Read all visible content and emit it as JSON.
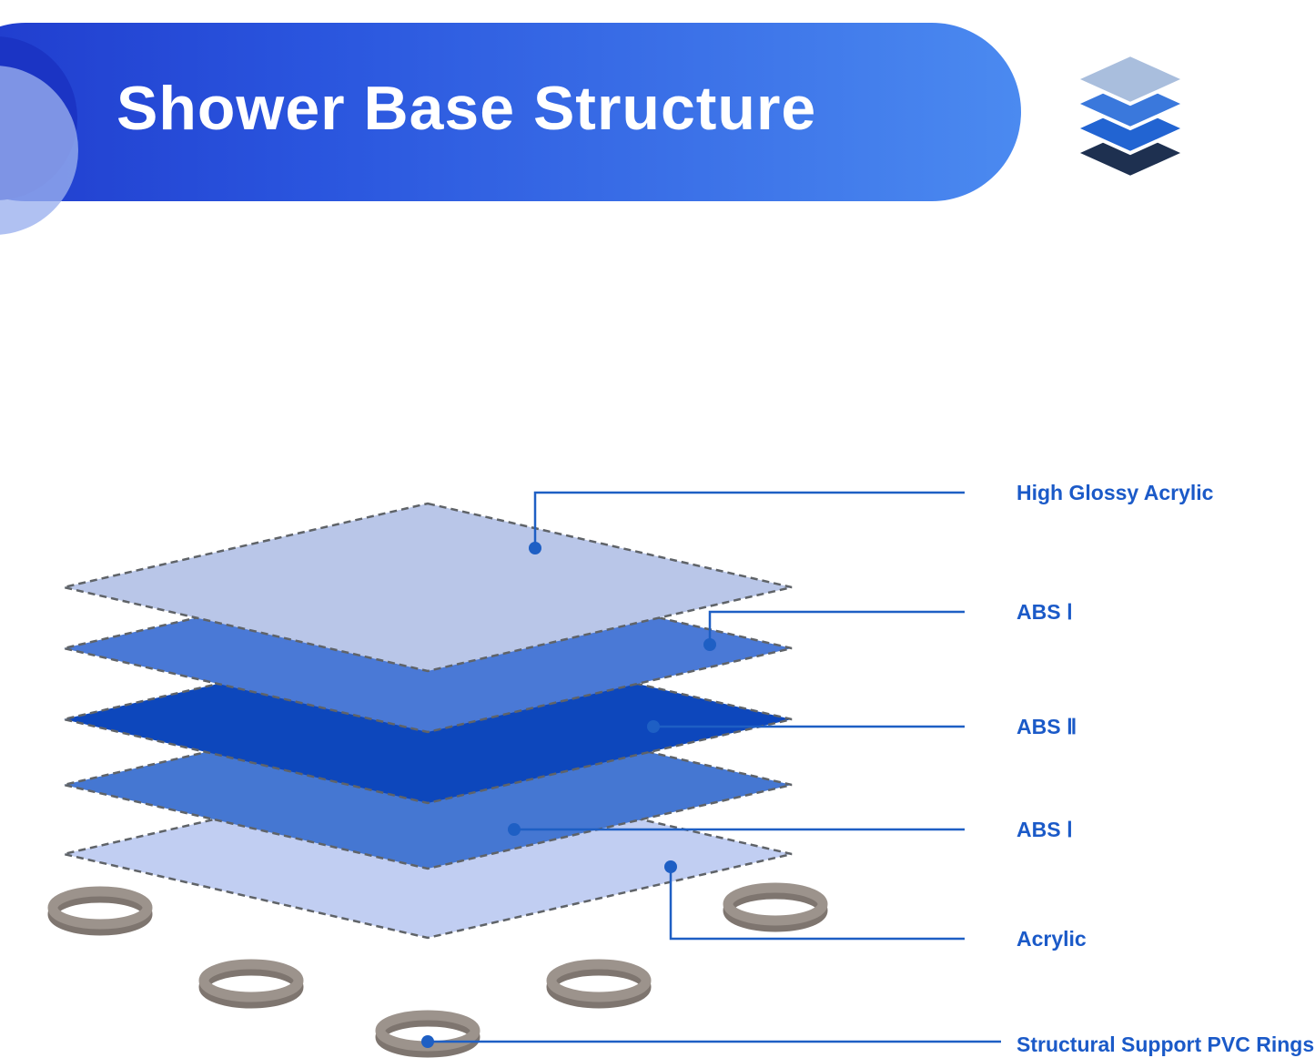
{
  "header": {
    "title": "Shower Base Structure",
    "icon": "layers-icon",
    "gradient_left": "#1f3acc",
    "gradient_right": "#4b8af0",
    "icon_colors": [
      "#a9bedd",
      "#3a78dc",
      "#2264d2",
      "#1e3050"
    ]
  },
  "diagram": {
    "layers": [
      {
        "label": "High Glossy Acrylic",
        "color": "#b9c6e8"
      },
      {
        "label": "ABS Ⅰ",
        "color": "#4a79d6"
      },
      {
        "label": "ABS Ⅱ",
        "color": "#0d47bc"
      },
      {
        "label": "ABS Ⅰ",
        "color": "#4577d2"
      },
      {
        "label": "Acrylic",
        "color": "#c1cef2"
      }
    ],
    "support_label": "Structural Support PVC Rings",
    "leader_color": "#1e5fc4",
    "label_color": "#1b5ac8",
    "layer_border_color": "#5f6368",
    "ring_color": "#9c938c",
    "ring_shadow_color": "#7e756f"
  }
}
